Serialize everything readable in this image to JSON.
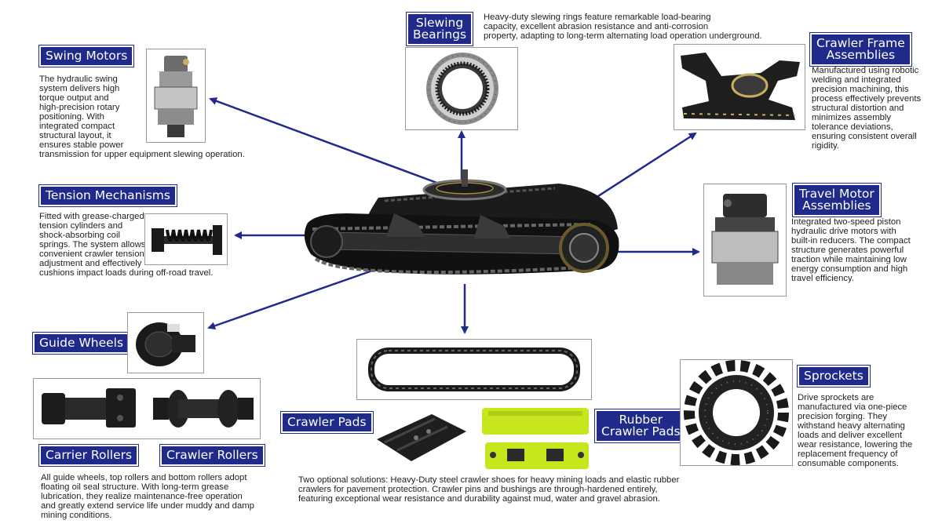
{
  "colors": {
    "tag_bg": "#1f2a8a",
    "tag_text": "#ffffff",
    "arrow": "#1f2a8a",
    "metal": "#2a2a2a",
    "pad_green": "#c8e61e"
  },
  "labels": {
    "slewing": [
      "Slewing",
      "Bearings"
    ],
    "swing": "Swing Motors",
    "frame": [
      "Crawler Frame",
      "Assemblies"
    ],
    "tension": "Tension Mechanisms",
    "travel": [
      "Travel Motor",
      "Assemblies"
    ],
    "guide": "Guide Wheels",
    "sprockets": "Sprockets",
    "crawler_pads": "Crawler Pads",
    "rubber": [
      "Rubber",
      "Crawler Pads"
    ],
    "carrier": "Carrier Rollers",
    "crawler_rollers": "Crawler Rollers"
  },
  "text": {
    "slewing": [
      "Heavy-duty slewing rings feature remarkable load-bearing",
      "capacity, excellent abrasion resistance and anti-corrosion",
      "property, adapting to long-term alternating load operation underground."
    ],
    "swing": [
      "The hydraulic swing",
      "system delivers high",
      "torque output and",
      "high-precision rotary",
      "positioning. With",
      "integrated compact",
      "structural layout, it",
      "ensures stable power",
      "transmission for upper equipment slewing operation."
    ],
    "frame": [
      "Manufactured using robotic",
      "welding and integrated",
      "precision machining, this",
      "process effectively prevents",
      "structural distortion and",
      "minimizes assembly",
      "tolerance deviations,",
      "ensuring consistent overall",
      "rigidity."
    ],
    "tension": [
      "Fitted with grease-charged",
      "tension cylinders and",
      "shock-absorbing coil",
      "springs. The system allows",
      "convenient crawler tension",
      "adjustment and effectively",
      "cushions impact loads during off-road travel."
    ],
    "travel": [
      "Integrated two-speed piston",
      "hydraulic drive motors with",
      "built-in reducers. The compact",
      "structure generates powerful",
      "traction while maintaining low",
      "energy consumption and high",
      "travel efficiency."
    ],
    "sprockets": [
      "Drive sprockets are",
      "manufactured via one-piece",
      "precision forging. They",
      "withstand heavy alternating",
      "loads and deliver excellent",
      "wear resistance, lowering the",
      "replacement frequency of",
      "consumable components."
    ],
    "rollers": [
      "All guide wheels, top rollers and bottom rollers adopt",
      "floating oil seal structure. With long-term grease",
      "lubrication, they realize maintenance-free operation",
      "and greatly extend service life under muddy and damp",
      "mining conditions."
    ],
    "pads": [
      "Two optional solutions: Heavy-Duty steel crawler shoes for heavy mining loads and elastic rubber",
      "crawlers for pavement protection. Crawler pins and bushings are through-hardened entirely,",
      "featuring exceptional wear resistance and durability against mud, water and gravel abrasion."
    ]
  }
}
